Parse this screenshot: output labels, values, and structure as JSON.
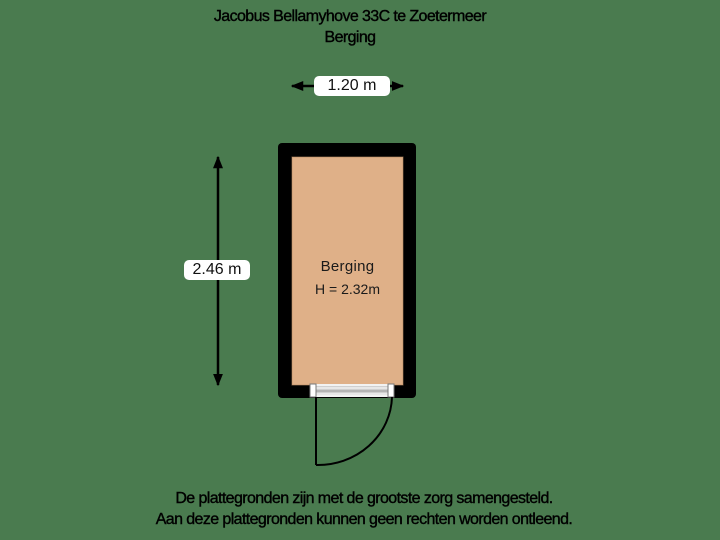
{
  "header": {
    "address": "Jacobus Bellamyhove 33C te Zoetermeer",
    "floor": "Berging"
  },
  "dimensions": {
    "width_label": "1.20 m",
    "height_label": "2.46 m"
  },
  "room": {
    "name": "Berging",
    "ceiling_height": "H = 2.32m"
  },
  "footer": {
    "line1": "De plattegronden zijn met de grootste zorg samengesteld.",
    "line2": "Aan deze plattegronden kunnen geen rechten worden ontleend."
  },
  "colors": {
    "background": "#4a7b4f",
    "wall": "#000000",
    "floor": "#dfb088",
    "label_bg": "#ffffff"
  }
}
